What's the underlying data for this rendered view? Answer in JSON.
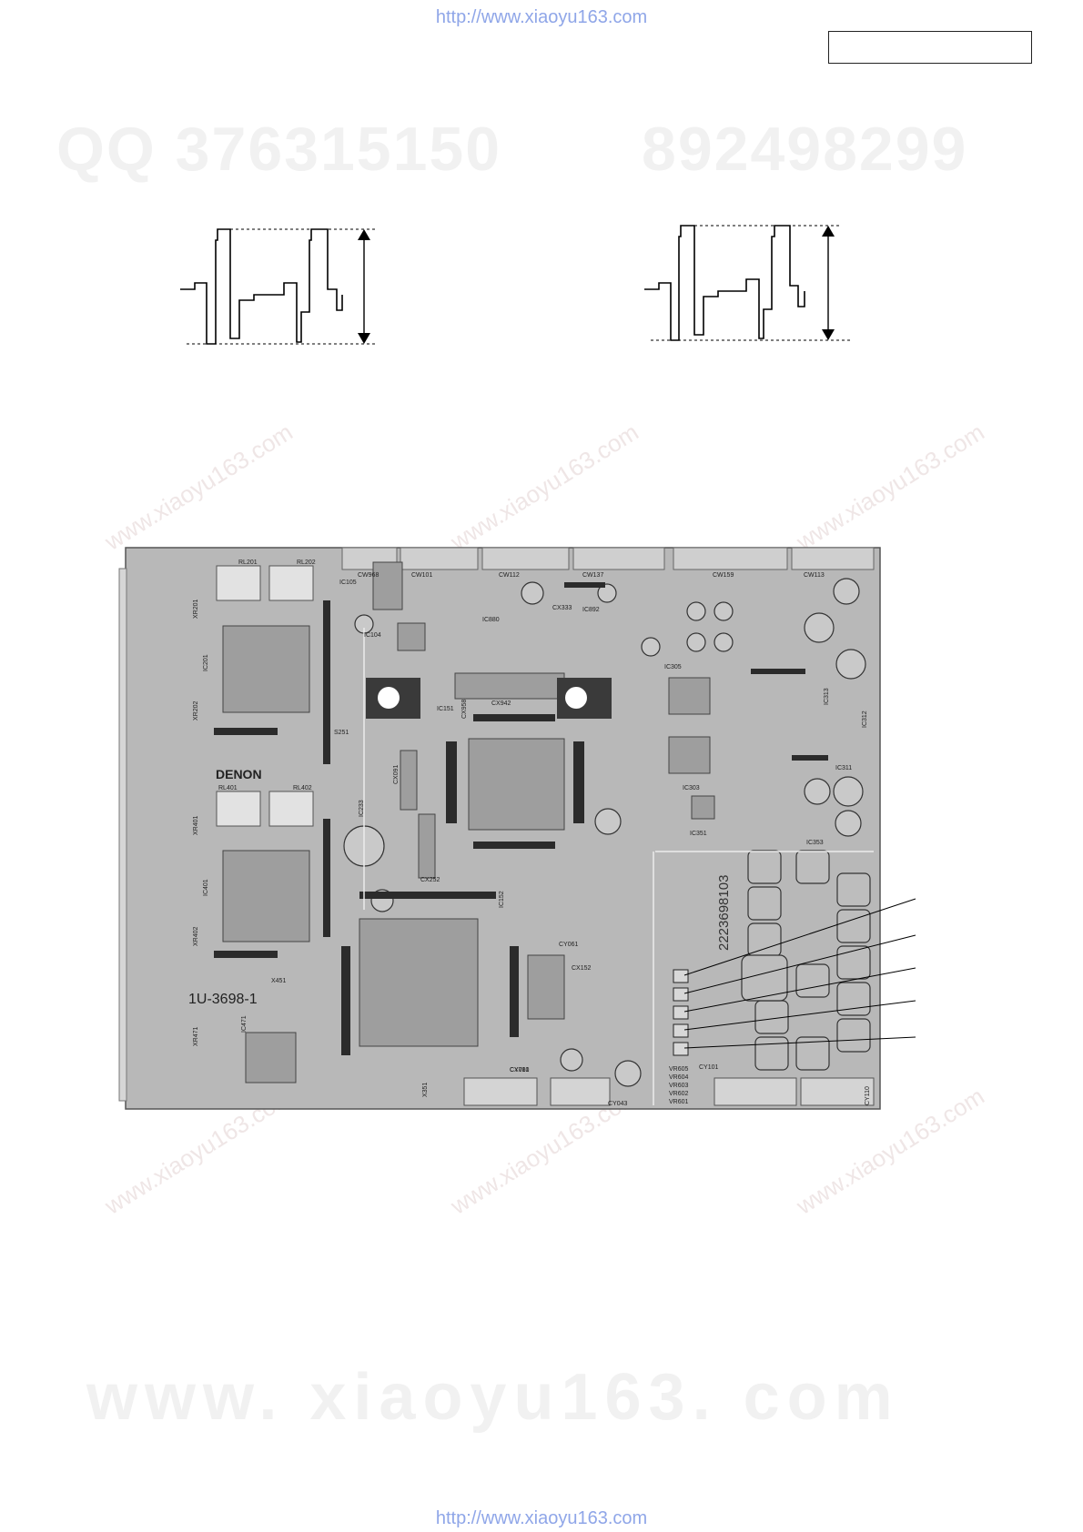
{
  "urls": {
    "top": "http://www.xiaoyu163.com",
    "bottom": "http://www.xiaoyu163.com"
  },
  "watermarks": {
    "qq_label": "QQ 376315150",
    "qq_second": "892498299",
    "big_url": "www. xiaoyu163. com",
    "diag": "www.xiaoyu163.com"
  },
  "board": {
    "brand": "DENON",
    "board_id": "1U-3698-1",
    "pcb_number": "2223698103",
    "connectors_top": [
      "CW968",
      "CW101",
      "CW112",
      "CW137",
      "CW159",
      "CW113"
    ],
    "connectors_bottom": [
      "CY081",
      "CY043",
      "CY101",
      "CY110"
    ],
    "ic_labels": [
      "IC105",
      "IC104",
      "IC880",
      "IC892",
      "IC305",
      "IC313",
      "IC312",
      "IC311",
      "IC303",
      "IC351",
      "IC353",
      "IC151",
      "IC201",
      "IC401",
      "IC471",
      "IC233",
      "IC152"
    ],
    "part_labels": [
      "RL201",
      "RL202",
      "RL401",
      "RL402",
      "S251",
      "CX333",
      "CX942",
      "CX958",
      "CX091",
      "CX252",
      "CX710",
      "CX152",
      "CY061",
      "X451",
      "X351",
      "XR201",
      "XR202",
      "XR401",
      "XR402",
      "XR471"
    ],
    "vr_labels": [
      "VR605",
      "VR604",
      "VR603",
      "VR602",
      "VR601"
    ]
  }
}
